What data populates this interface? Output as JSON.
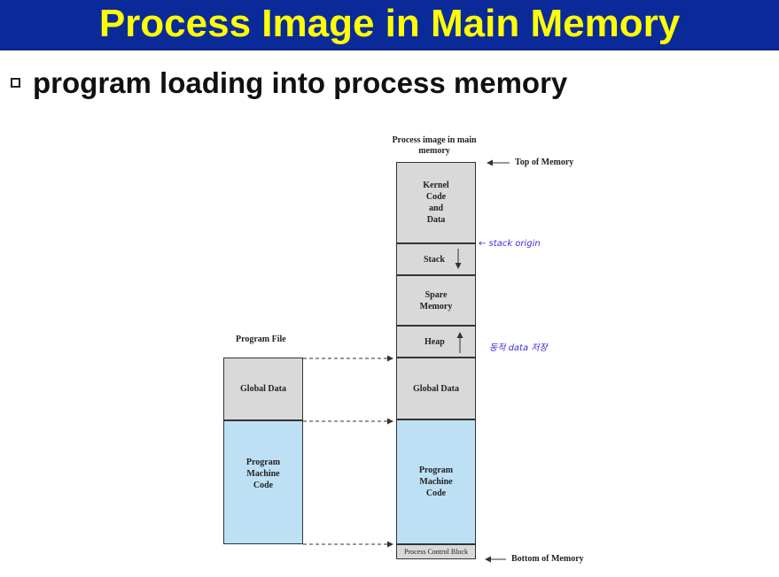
{
  "slide": {
    "title": "Process Image in Main Memory",
    "subtitle": "program loading into process memory"
  },
  "diagram": {
    "memory_caption": "Process image in main memory",
    "program_file_caption": "Program File",
    "top_label": "Top of Memory",
    "bottom_label": "Bottom of Memory",
    "memory_blocks": {
      "kernel": "Kernel\nCode\nand\nData",
      "stack": "Stack",
      "spare": "Spare\nMemory",
      "heap": "Heap",
      "global": "Global Data",
      "code": "Program\nMachine\nCode",
      "pcb": "Process Control Block"
    },
    "file_blocks": {
      "global": "Global Data",
      "code": "Program\nMachine\nCode"
    },
    "annotations": {
      "stack_note": "← stack origin",
      "heap_note": "동적 data 저장"
    }
  },
  "colors": {
    "title_bg": "#0b2a99",
    "title_text": "#ffff00",
    "gray_block": "#d9d9d9",
    "blue_block": "#bde0f5",
    "handwriting": "#3b2fd6"
  }
}
